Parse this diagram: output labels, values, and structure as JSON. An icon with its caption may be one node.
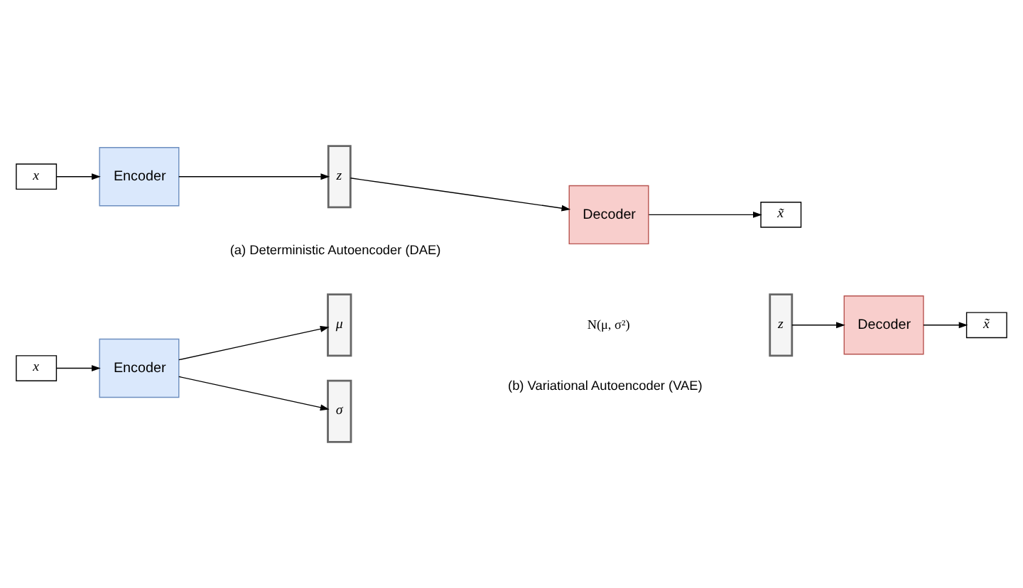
{
  "diagram": {
    "nodes": [
      {
        "text": [
          "x"
        ]
      },
      {
        "text": [
          "Encoder"
        ]
      },
      {
        "text": [
          "z"
        ]
      },
      {
        "text": [
          "Decoder"
        ]
      },
      {
        "text": [
          "x̃"
        ]
      },
      {
        "text": [
          "x"
        ]
      },
      {
        "text": [
          "Encoder"
        ]
      },
      {
        "text": [
          "μ"
        ]
      },
      {
        "text": [
          "σ"
        ]
      },
      {
        "text": [
          "z"
        ]
      },
      {
        "text": [
          "Decoder"
        ]
      },
      {
        "text": [
          "x̃"
        ]
      }
    ],
    "edges": [
      {
        "from": 0,
        "to": 1,
        "arrow": "to"
      },
      {
        "from": 1,
        "to": 2,
        "arrow": "to"
      },
      {
        "from": 2,
        "to": 3,
        "arrow": "to"
      },
      {
        "from": 3,
        "to": 4,
        "arrow": "to"
      },
      {
        "from": 5,
        "to": 6,
        "arrow": "to"
      },
      {
        "from": 6,
        "to": 7,
        "arrow": "to"
      },
      {
        "from": 6,
        "to": 8,
        "arrow": "to"
      },
      {
        "from": 9,
        "to": 10,
        "arrow": "to"
      },
      {
        "from": 10,
        "to": 11,
        "arrow": "to"
      }
    ],
    "labels": [
      "(a) Deterministic Autoencoder (DAE)",
      "N(μ, σ²)",
      "(b) Variational Autoencoder (VAE)"
    ]
  }
}
